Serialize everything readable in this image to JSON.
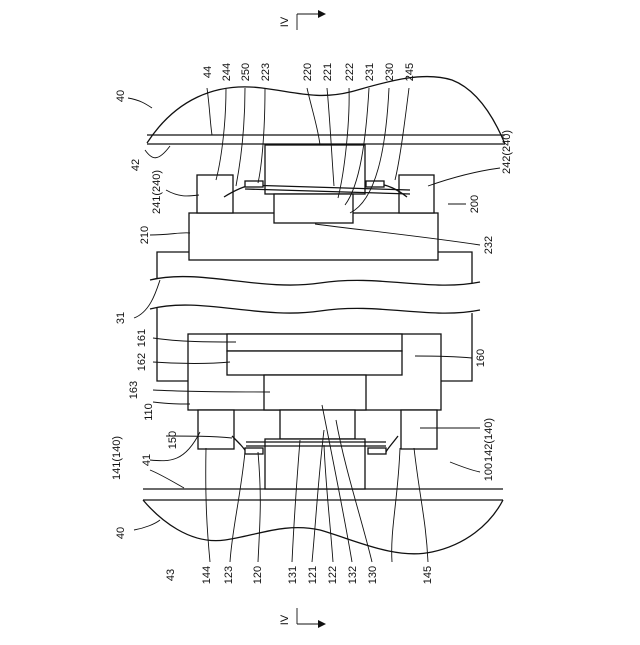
{
  "section_marks": {
    "top": "IV",
    "bottom": "IV"
  },
  "labels": {
    "l40a": "40",
    "l42": "42",
    "l241": "241(240)",
    "l210": "210",
    "l31": "31",
    "l161": "161",
    "l162": "162",
    "l163": "163",
    "l110": "110",
    "l150": "150",
    "l141": "141(140)",
    "l41": "41",
    "l40b": "40",
    "l44": "44",
    "l244": "244",
    "l250": "250",
    "l223": "223",
    "l220": "220",
    "l221": "221",
    "l222": "222",
    "l231": "231",
    "l230": "230",
    "l245": "245",
    "l242": "242(240)",
    "l200": "200",
    "l232": "232",
    "l160": "160",
    "l142": "142(140)",
    "l100": "100",
    "l43": "43",
    "l144": "144",
    "l123": "123",
    "l120": "120",
    "l131": "131",
    "l121": "121",
    "l122": "122",
    "l132": "132",
    "l130": "130",
    "l145": "145"
  }
}
